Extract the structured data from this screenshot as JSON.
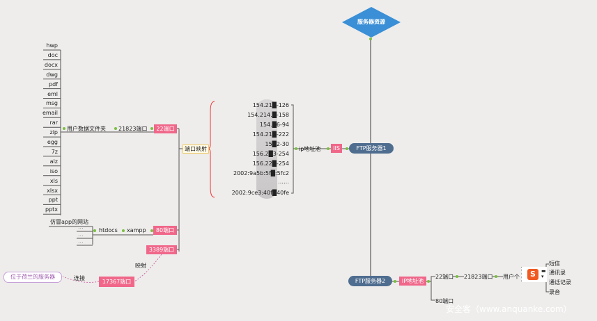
{
  "root": "服务器资源",
  "file_types": [
    "hwp",
    "doc",
    "docx",
    "dwg",
    "pdf",
    "eml",
    "msg",
    "email",
    "rar",
    "zip",
    "egg",
    "7z",
    "alz",
    "iso",
    "xls",
    "xlsx",
    "ppt",
    "pptx"
  ],
  "user_data_folder": "用户数据文件夹",
  "port_21823": "21823端口",
  "port_22": "22端口",
  "port_mapping": "端口映射",
  "fake_site": "仿冒app的网站",
  "ellipsis": "...",
  "htdocs": "htdocs",
  "xampp": "xampp",
  "port_80": "80端口",
  "port_3389": "3389端口",
  "mapping": "映射",
  "port_17367": "17367端口",
  "connect": "连接",
  "netherlands_server": "位于荷兰的服务器",
  "ip_list": [
    "154.21█-126",
    "154.214.█-158",
    "154.█6-94",
    "154.21█-222",
    "15█2-30",
    "156.2█3-254",
    "156.22█-254",
    "2002:9a5b:5f█:5fc2",
    "……",
    "2002:9ce3:40f█40fe"
  ],
  "ip_pool": "ip地址池",
  "iis": "IIS",
  "ftp1": "FTP服务器1",
  "ftp2": "FTP服务器2",
  "ip_pool2": "IP地址池",
  "ftp2_port22": "22端口",
  "ftp2_port21823": "21823端口",
  "user_personal": "用户个",
  "user_items": [
    "短信",
    "通讯录",
    "通话记录",
    "录音"
  ],
  "ftp2_port80": "80端口",
  "watermark": "安全客（www.anquanke.com）"
}
